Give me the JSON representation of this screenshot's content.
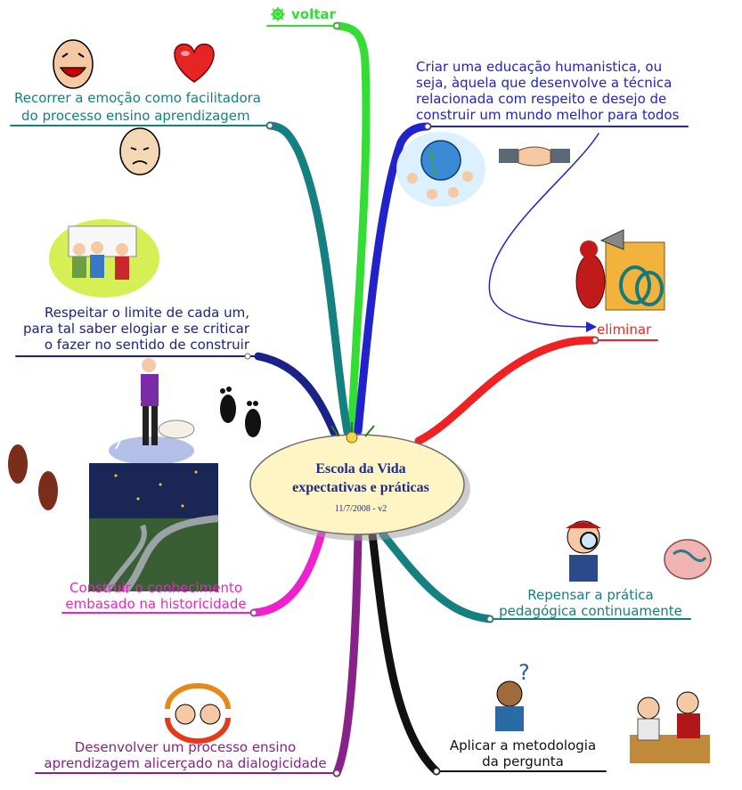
{
  "center": {
    "title_line1": "Escola da Vida",
    "title_line2": "expectativas e práticas",
    "subtitle": "11/7/2008 - v2"
  },
  "branches": {
    "voltar": {
      "label": "voltar",
      "color": "#33dd33",
      "icon": "gear-icon"
    },
    "emocao": {
      "line1": "Recorrer a emoção como facilitadora",
      "line2": "do processo ensino aprendizagem",
      "color": "#148080"
    },
    "humanistica": {
      "line1": "Criar uma educação humanistica, ou",
      "line2": "seja, àquela que desenvolve a técnica",
      "line3": "relacionada com respeito e desejo de",
      "line4": "construir um mundo melhor para todos",
      "color": "#2222cc"
    },
    "eliminar": {
      "label": "eliminar",
      "color": "#ee2222"
    },
    "limite": {
      "line1": "Respeitar o limite de cada um,",
      "line2": "para tal saber elogiar e se criticar",
      "line3": "o fazer no sentido de construir",
      "color": "#1a2288"
    },
    "repensar": {
      "line1": "Repensar a prática",
      "line2": "pedagógica continuamente",
      "color": "#148080"
    },
    "conhecimento": {
      "line1": "Construir o conhecimento",
      "line2": "embasado na historicidade",
      "color": "#ee22cc"
    },
    "dialogicidade": {
      "line1": "Desenvolver um processo ensino",
      "line2": "aprendizagem alicerçado na dialogicidade",
      "color": "#882288"
    },
    "pergunta": {
      "line1": "Aplicar a metodologia",
      "line2": "da pergunta",
      "color": "#111111"
    }
  },
  "icons": [
    "laughing-face-icon",
    "heart-icon",
    "sad-face-icon",
    "globe-people-icon",
    "handshake-icon",
    "megaphone-person-icon",
    "protest-people-icon",
    "blind-walker-icon",
    "footprints-icon",
    "shoe-prints-icon",
    "night-crossroads-icon",
    "detective-icon",
    "brain-icon",
    "question-person-icon",
    "dialog-cycle-icon",
    "students-icon"
  ]
}
